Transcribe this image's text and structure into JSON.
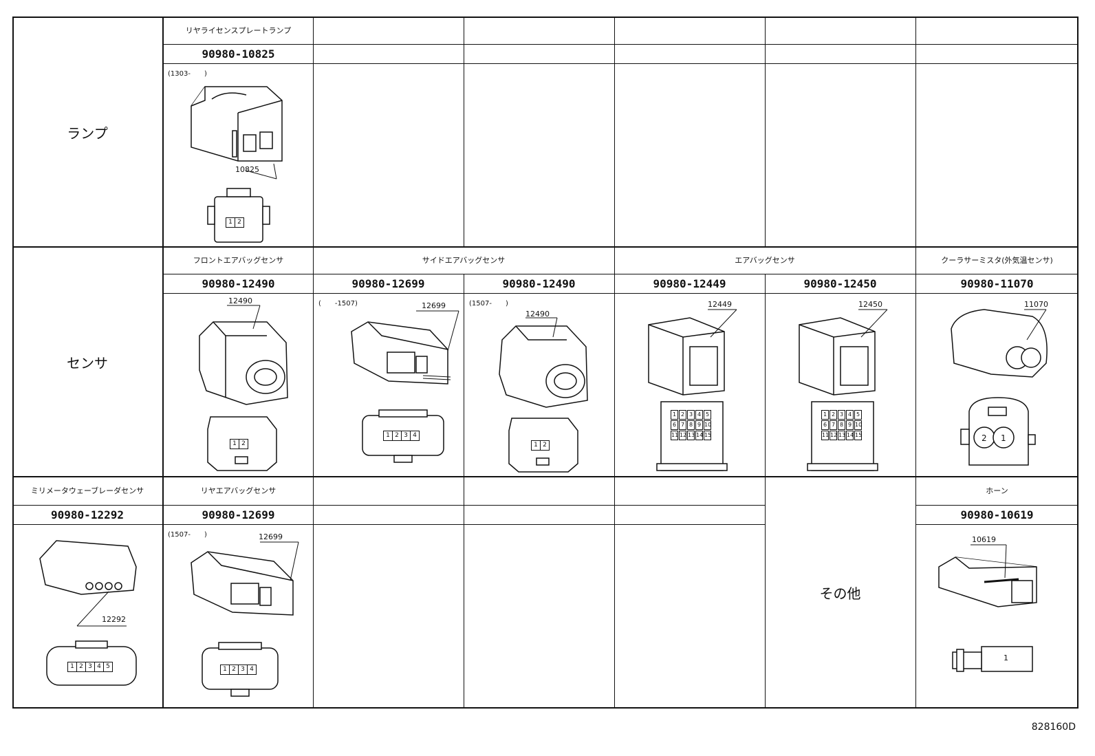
{
  "sections": {
    "lamp": {
      "category": "ランプ",
      "name": "リヤライセンスプレートランプ",
      "part_number": "90980-10825",
      "note": "(1303-　　)",
      "code": "10825",
      "pins": [
        "1",
        "2"
      ]
    },
    "sensor": {
      "category": "センサ",
      "group_names": {
        "front": "フロントエアバッグセンサ",
        "side": "サイドエアバッグセンサ",
        "airbag": "エアバッグセンサ",
        "cooler": "クーラサーミスタ(外気温センサ)"
      },
      "parts": [
        {
          "part_number": "90980-12490",
          "code": "12490",
          "note": "",
          "pins": [
            "1",
            "2"
          ]
        },
        {
          "part_number": "90980-12699",
          "code": "12699",
          "note": "(　　-1507)",
          "pins": [
            "1",
            "2",
            "3",
            "4"
          ]
        },
        {
          "part_number": "90980-12490",
          "code": "12490",
          "note": "(1507-　　)",
          "pins": [
            "1",
            "2"
          ]
        },
        {
          "part_number": "90980-12449",
          "code": "12449",
          "note": "",
          "pins": [
            "1",
            "2",
            "3",
            "4",
            "5",
            "6",
            "7",
            "8",
            "9",
            "10",
            "11",
            "12",
            "13",
            "14",
            "15"
          ]
        },
        {
          "part_number": "90980-12450",
          "code": "12450",
          "note": "",
          "pins": [
            "1",
            "2",
            "3",
            "4",
            "5",
            "6",
            "7",
            "8",
            "9",
            "10",
            "11",
            "12",
            "13",
            "14",
            "15"
          ]
        },
        {
          "part_number": "90980-11070",
          "code": "11070",
          "note": "",
          "pins": [
            "2",
            "1"
          ]
        }
      ]
    },
    "other": {
      "category": "その他",
      "parts": [
        {
          "name": "ミリメータウェーブレーダセンサ",
          "part_number": "90980-12292",
          "code": "12292",
          "note": "",
          "pins": [
            "1",
            "2",
            "3",
            "4",
            "5"
          ]
        },
        {
          "name": "リヤエアバッグセンサ",
          "part_number": "90980-12699",
          "code": "12699",
          "note": "(1507-　　)",
          "pins": [
            "1",
            "2",
            "3",
            "4"
          ]
        },
        {
          "name": "ホーン",
          "part_number": "90980-10619",
          "code": "10619",
          "note": "",
          "pins": [
            "1"
          ]
        }
      ]
    }
  },
  "drawing_number": "828160D"
}
